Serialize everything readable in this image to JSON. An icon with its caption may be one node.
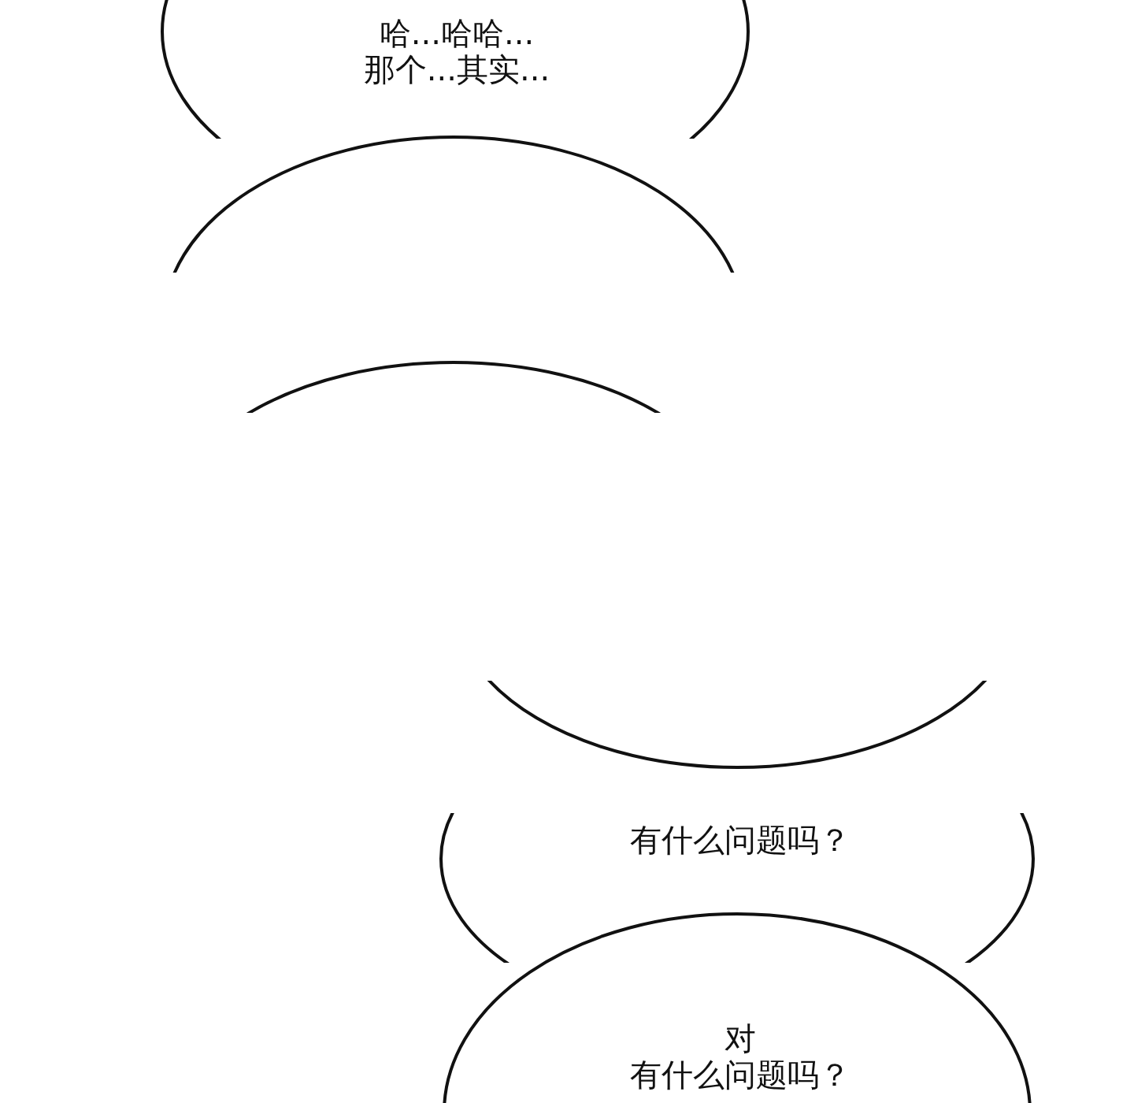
{
  "diagram": {
    "nodes": [
      {
        "text": [
          "哈...哈哈...",
          "那个...其实..."
        ]
      },
      {
        "text": [],
        "shape": "bubble"
      },
      {
        "text": [],
        "shape": "bubble"
      },
      {
        "text": [],
        "shape": "bubble"
      },
      {
        "text": [
          "有什么问题吗？"
        ]
      },
      {
        "text": [
          "对",
          "有什么问题吗？"
        ]
      }
    ]
  }
}
